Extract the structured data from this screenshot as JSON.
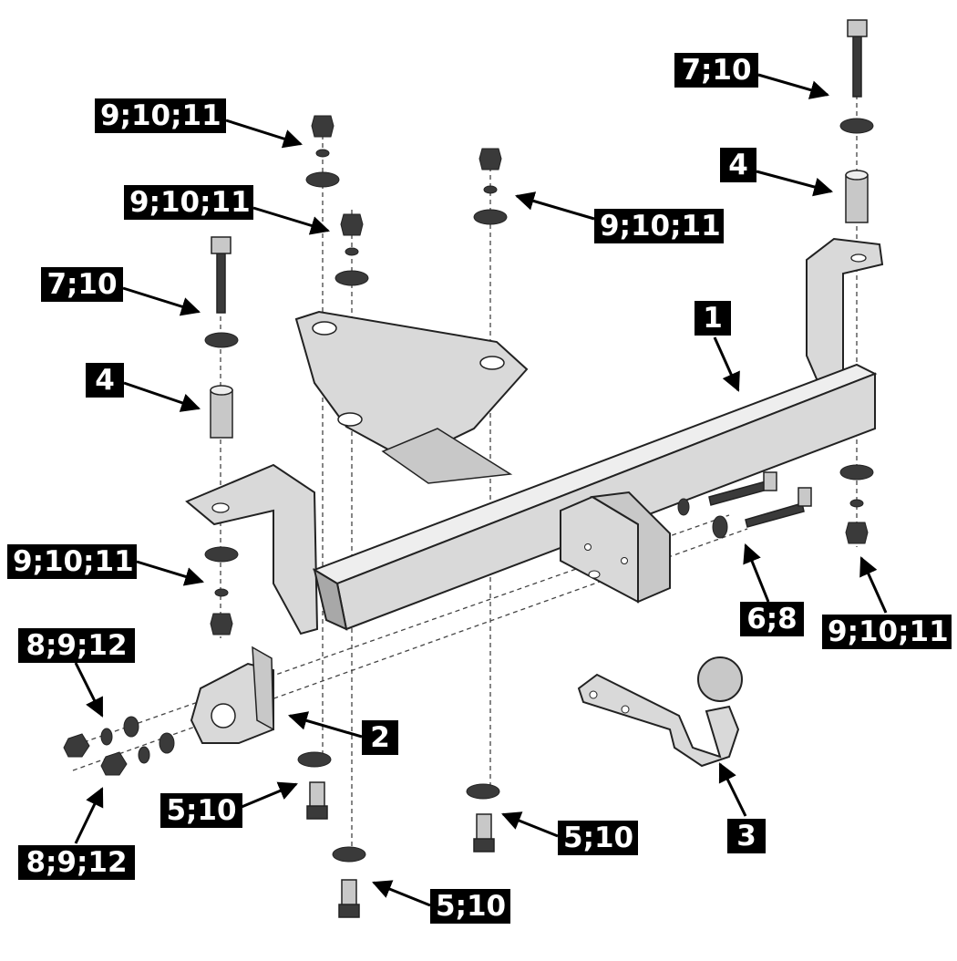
{
  "diagram": {
    "colors": {
      "metal": "#d9d9d9",
      "metal_dark": "#a8a8a8",
      "metal_light": "#eeeeee",
      "outline": "#222222",
      "dark_hw": "#3a3a3a",
      "label_bg": "#000000",
      "label_text": "#ffffff"
    },
    "callouts": {
      "bolt_top_right": "7;10",
      "nut_top_left": "9;10;11",
      "nut_upper_left": "9;10;11",
      "nut_center": "9;10;11",
      "spacer_right": "4",
      "main_beam": "1",
      "bolt_left": "7;10",
      "spacer_left": "4",
      "nut_lower_left": "9;10;11",
      "socket_hw_upper": "8;9;12",
      "socket_plate": "2",
      "socket_hw_lower": "8;9;12",
      "bolt_small_left": "5;10",
      "bolt_small_center": "5;10",
      "bolt_small_bottom": "5;10",
      "ball_bolts": "6;8",
      "nut_right": "9;10;11",
      "tow_ball": "3"
    }
  }
}
